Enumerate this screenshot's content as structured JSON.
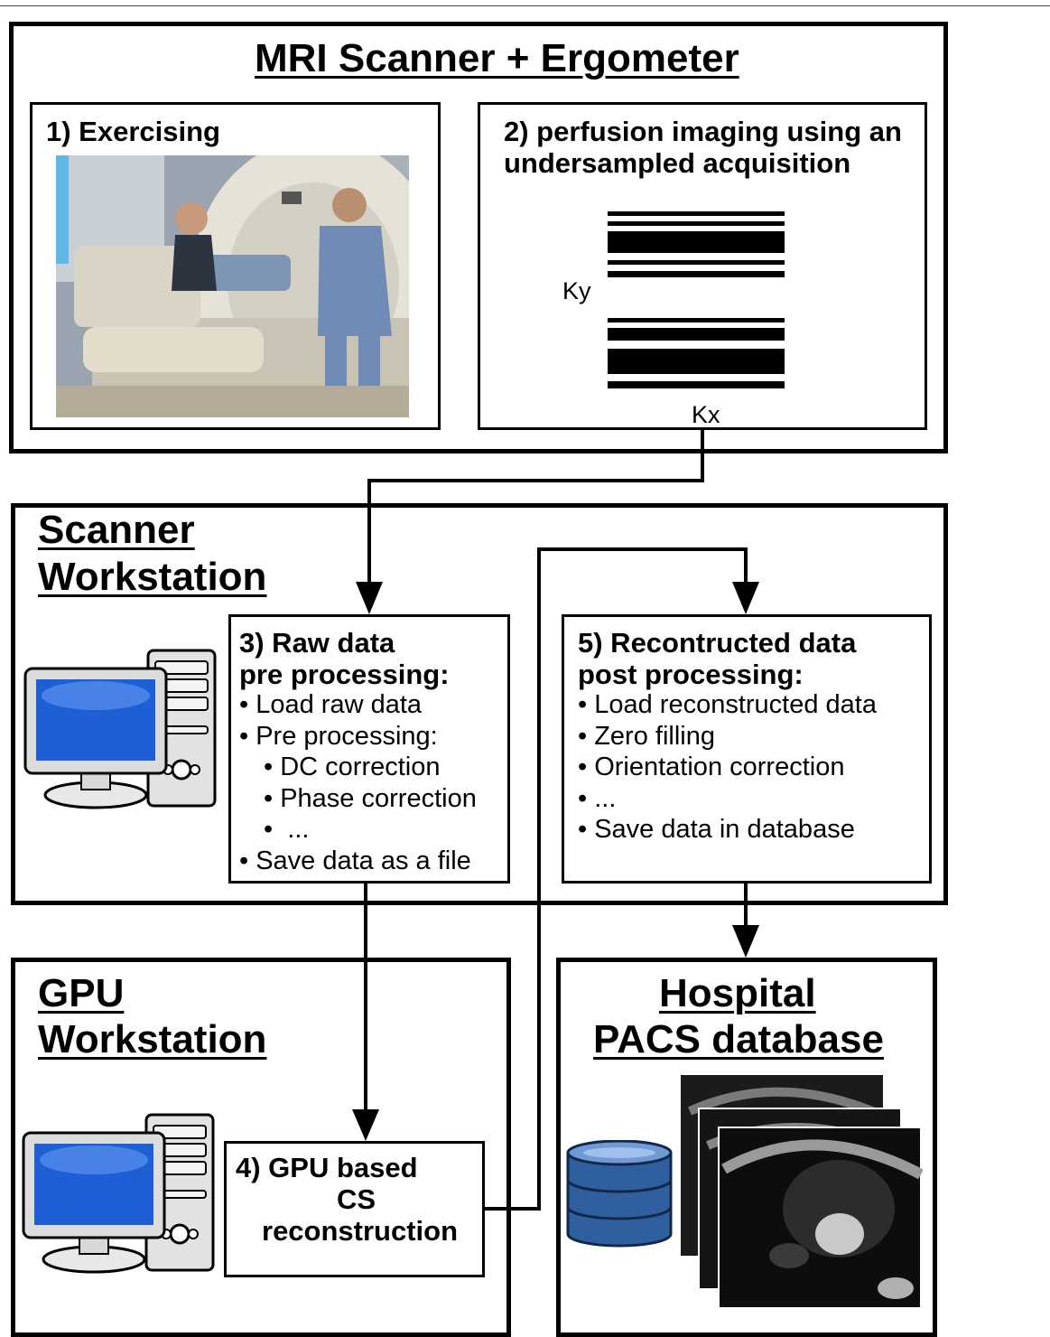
{
  "mri": {
    "title": "MRI Scanner + Ergometer",
    "step1": "1) Exercising",
    "step2_line1": "2) perfusion imaging using an",
    "step2_line2": "undersampled acquisition",
    "ky": "Ky",
    "kx": "Kx"
  },
  "scanner_ws": {
    "title_line1": "Scanner",
    "title_line2": "Workstation",
    "step3": {
      "heading1": "3) Raw data",
      "heading2": "pre processing:",
      "items": [
        "• Load raw data",
        "• Pre processing:",
        "• DC correction",
        "• Phase correction",
        "•  ...",
        "• Save data as a file"
      ]
    },
    "step5": {
      "heading1": "5) Recontructed data",
      "heading2": "post processing:",
      "items": [
        "• Load reconstructed data",
        "• Zero filling",
        "• Orientation correction",
        "• ...",
        "• Save data in database"
      ]
    }
  },
  "gpu_ws": {
    "title_line1": "GPU",
    "title_line2": "Workstation",
    "step4_line1": "4) GPU based",
    "step4_line2": "CS",
    "step4_line3": "reconstruction"
  },
  "pacs": {
    "title_line1": "Hospital",
    "title_line2": "PACS database"
  },
  "icons": {
    "computer": "desktop-computer-icon",
    "database": "database-icon",
    "photo": "mri-exercise-photo",
    "scans": "cardiac-mri-image-stack"
  },
  "colors": {
    "monitor_blue": "#1f5fd6",
    "db_blue": "#2f5f9e"
  }
}
